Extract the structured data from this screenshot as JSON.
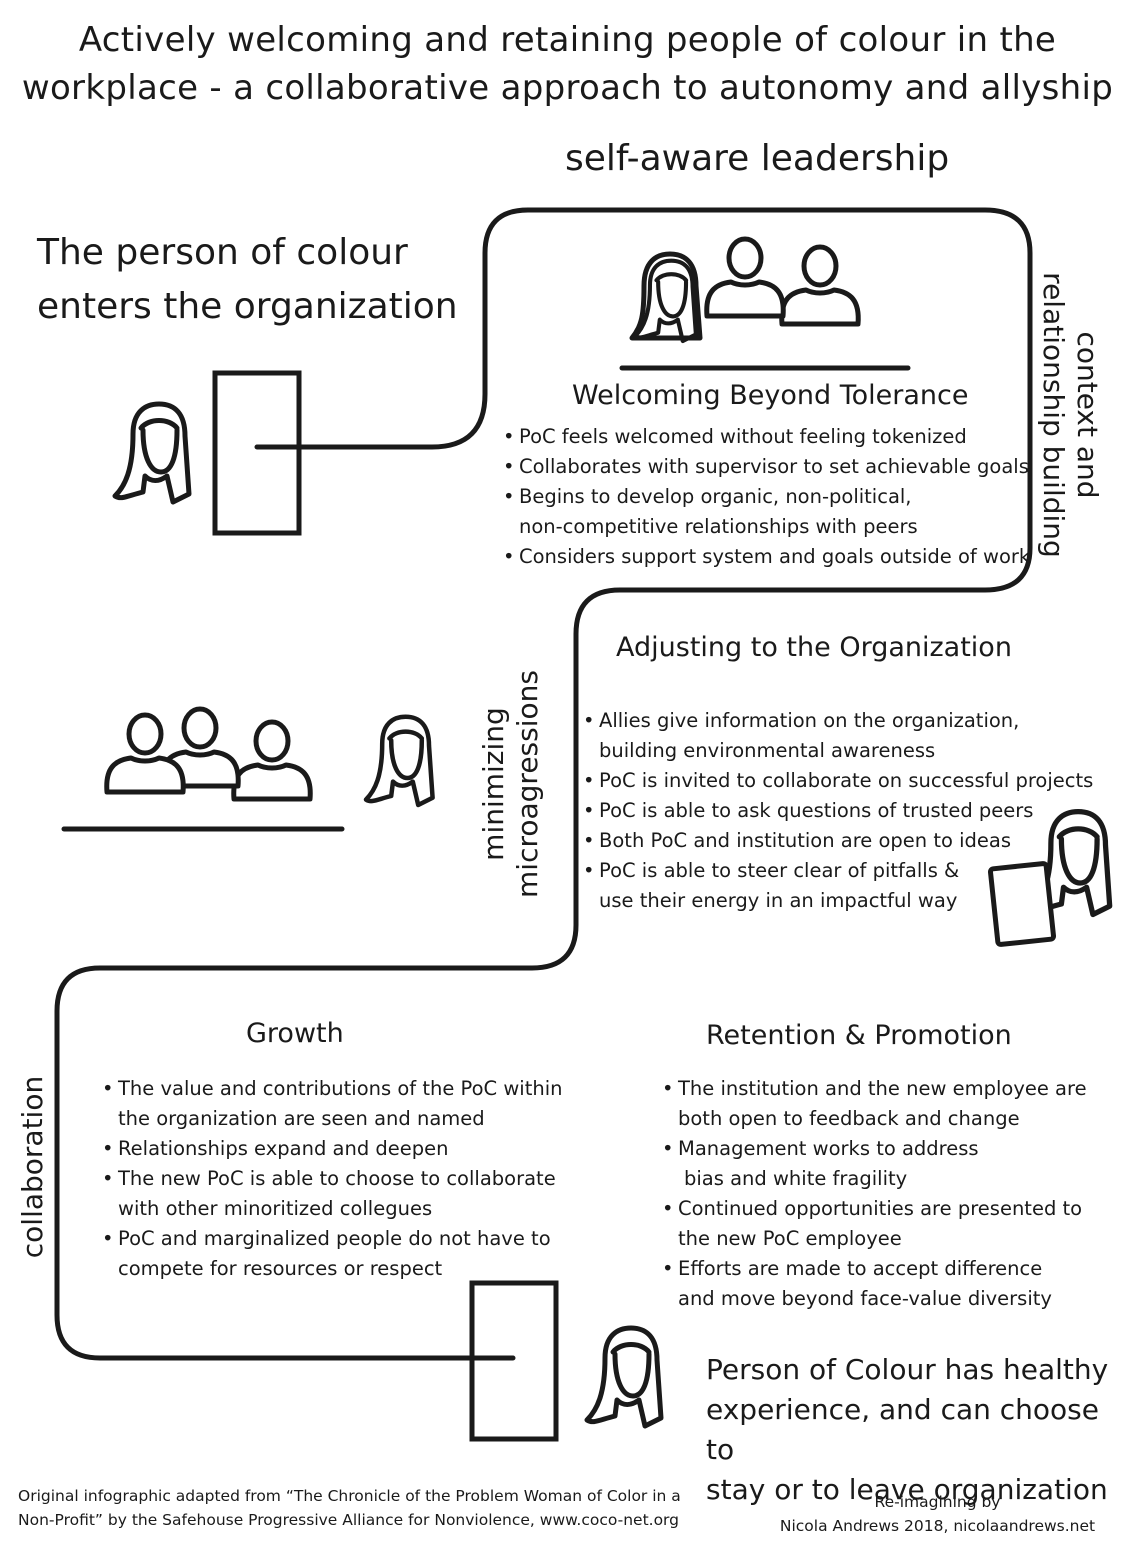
{
  "title": {
    "line1": "Actively welcoming and retaining people of colour in the",
    "line2": "workplace - a collaborative approach to autonomy and allyship"
  },
  "path_labels": {
    "top": "self-aware leadership",
    "right_line1": "context and",
    "right_line2": "relationship building",
    "middle_line1": "minimizing",
    "middle_line2": "microagressions",
    "left": "collaboration"
  },
  "start": {
    "line1": "The person of colour",
    "line2": "enters the organization"
  },
  "stages": {
    "welcoming": {
      "title": "Welcoming Beyond Tolerance",
      "items": [
        "PoC feels welcomed without feeling tokenized",
        "Collaborates with supervisor to set achievable goals",
        "Begins to develop organic, non-political,",
        "non-competitive relationships with peers",
        "Considers support system and goals outside of work"
      ]
    },
    "adjusting": {
      "title": "Adjusting to the Organization",
      "items": [
        "Allies give information on the organization,",
        "building environmental awareness",
        "PoC is invited to collaborate on successful projects",
        "PoC is able to ask questions of trusted peers",
        "Both PoC and institution are open to ideas",
        "PoC is able to steer clear of pitfalls &",
        "use their energy in an impactful way"
      ]
    },
    "growth": {
      "title": "Growth",
      "items": [
        "The value and contributions of the PoC within",
        "the organization are seen and named",
        "Relationships expand and deepen",
        "The new PoC is able to choose to collaborate",
        "with other minoritized collegues",
        "PoC and marginalized people do not have to",
        "compete for resources or respect"
      ]
    },
    "retention": {
      "title": "Retention & Promotion",
      "items": [
        "The institution and the new employee are",
        "both open to feedback and change",
        "Management works to address",
        "bias and white fragility",
        "Continued opportunities are presented to",
        "the new PoC employee",
        "Efforts are made to accept difference",
        "and move beyond face-value diversity"
      ]
    }
  },
  "end": {
    "line1": "Person of Colour has healthy",
    "line2": "experience, and can choose to",
    "line3": "stay or to leave organization"
  },
  "footer": {
    "left_line1": "Original infographic adapted from “The Chronicle of the Problem Woman of Color in a",
    "left_line2": "Non-Profit” by the Safehouse Progressive Alliance for Nonviolence, www.coco-net.org",
    "right_line1": "Re-imagining by",
    "right_line2": "Nicola Andrews 2018, nicolaandrews.net"
  },
  "icons": [
    "person-hijab-icon",
    "door-icon",
    "group-icon",
    "person-with-board-icon"
  ],
  "colors": {
    "line": "#1a1a1a",
    "background": "#ffffff"
  }
}
